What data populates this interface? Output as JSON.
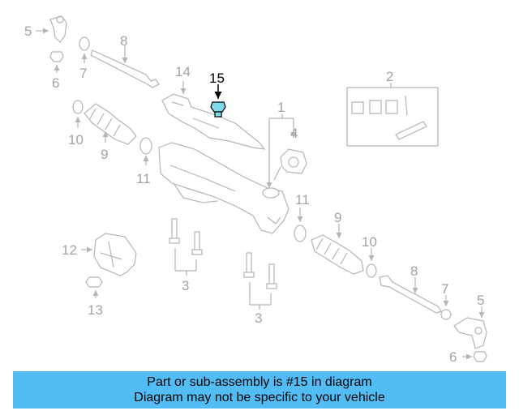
{
  "callouts": {
    "c5a": "5",
    "c6a": "6",
    "c7a": "7",
    "c8a": "8",
    "c14": "14",
    "c15": "15",
    "c2": "2",
    "c1": "1",
    "c4": "4",
    "c10a": "10",
    "c9a": "9",
    "c11a": "11",
    "c11b": "11",
    "c9b": "9",
    "c10b": "10",
    "c12": "12",
    "c13": "13",
    "c3a": "3",
    "c3b": "3",
    "c8b": "8",
    "c7b": "7",
    "c5b": "5",
    "c6b": "6"
  },
  "highlight_part": "15",
  "colors": {
    "banner": "#52bdf5",
    "part_lines": "#b5b5b5",
    "callout_text": "#a3a3a3",
    "highlight_part": "#7fd9ea"
  },
  "banner": {
    "line1": "Part or sub-assembly is #15 in diagram",
    "line2": "Diagram may not be specific to your vehicle"
  }
}
